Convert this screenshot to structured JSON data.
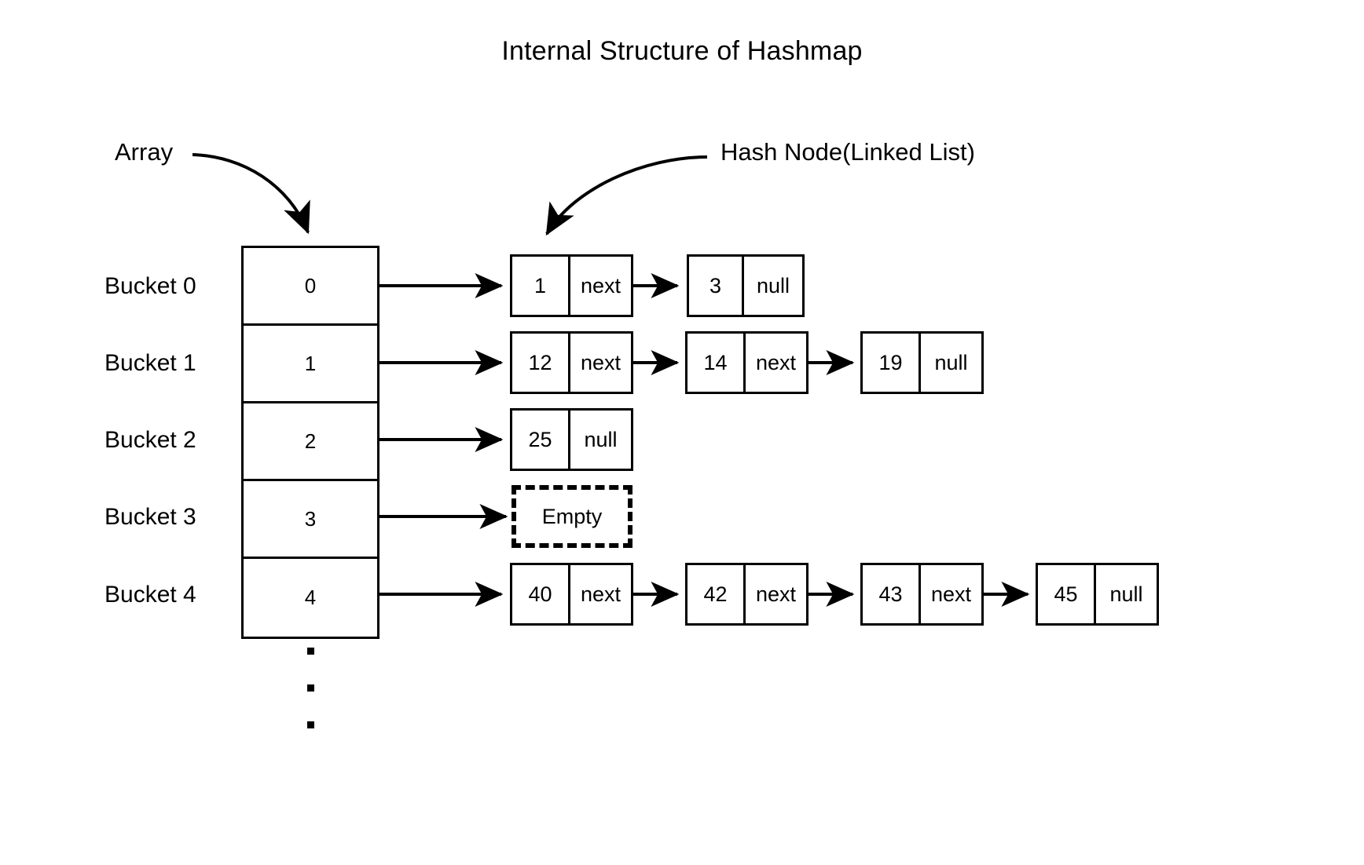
{
  "title": "Internal Structure of Hashmap",
  "annotations": {
    "array_label": "Array",
    "hash_node_label": "Hash Node(Linked List)"
  },
  "colors": {
    "stroke": "#000000",
    "background": "#ffffff",
    "text": "#000000"
  },
  "array": {
    "cells": [
      {
        "index_text": "0",
        "bucket_label": "Bucket 0"
      },
      {
        "index_text": "1",
        "bucket_label": "Bucket 1"
      },
      {
        "index_text": "2",
        "bucket_label": "Bucket 2"
      },
      {
        "index_text": "3",
        "bucket_label": "Bucket 3"
      },
      {
        "index_text": "4",
        "bucket_label": "Bucket 4"
      }
    ],
    "continuation_dots": 3
  },
  "chains": [
    {
      "bucket": "Bucket 0",
      "empty": false,
      "nodes": [
        {
          "key": "1",
          "pointer": "next"
        },
        {
          "key": "3",
          "pointer": "null"
        }
      ]
    },
    {
      "bucket": "Bucket 1",
      "empty": false,
      "nodes": [
        {
          "key": "12",
          "pointer": "next"
        },
        {
          "key": "14",
          "pointer": "next"
        },
        {
          "key": "19",
          "pointer": "null"
        }
      ]
    },
    {
      "bucket": "Bucket 2",
      "empty": false,
      "nodes": [
        {
          "key": "25",
          "pointer": "null"
        }
      ]
    },
    {
      "bucket": "Bucket 3",
      "empty": true,
      "empty_label": "Empty",
      "nodes": []
    },
    {
      "bucket": "Bucket 4",
      "empty": false,
      "nodes": [
        {
          "key": "40",
          "pointer": "next"
        },
        {
          "key": "42",
          "pointer": "next"
        },
        {
          "key": "43",
          "pointer": "next"
        },
        {
          "key": "45",
          "pointer": "null"
        }
      ]
    }
  ]
}
